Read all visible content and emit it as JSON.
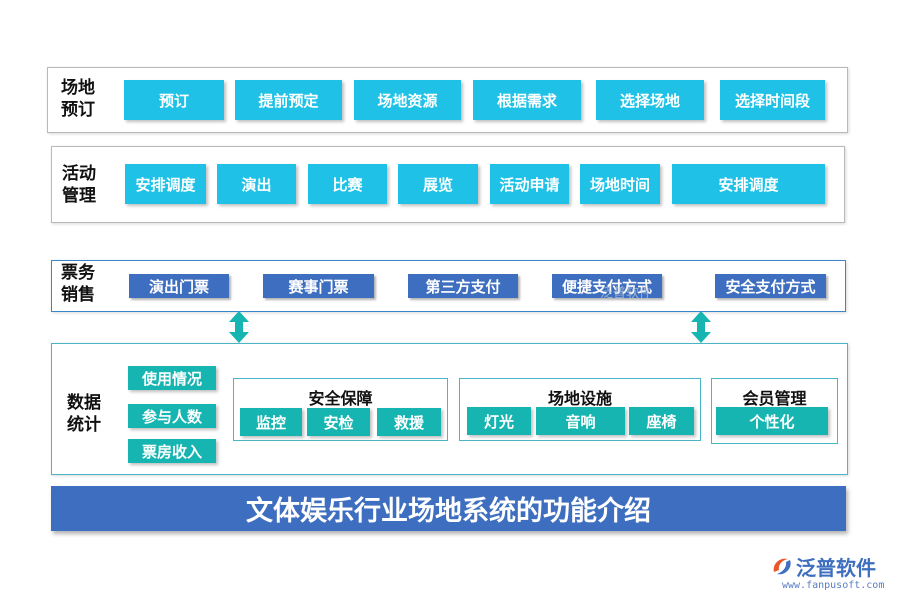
{
  "rows": {
    "booking": {
      "label": "场地\n预订",
      "items": [
        "预订",
        "提前预定",
        "场地资源",
        "根据需求",
        "选择场地",
        "选择时间段"
      ]
    },
    "activity": {
      "label": "活动\n管理",
      "items": [
        "安排调度",
        "演出",
        "比赛",
        "展览",
        "活动申请",
        "场地时间",
        "安排调度"
      ]
    },
    "ticket": {
      "label": "票务\n销售",
      "items": [
        "演出门票",
        "赛事门票",
        "第三方支付",
        "便捷支付方式",
        "安全支付方式"
      ]
    },
    "data": {
      "label": "数据\n统计",
      "left_items": [
        "使用情况",
        "参与人数",
        "票房收入"
      ],
      "groups": [
        {
          "title": "安全保障",
          "items": [
            "监控",
            "安检",
            "救援"
          ]
        },
        {
          "title": "场地设施",
          "items": [
            "灯光",
            "音响",
            "座椅"
          ]
        },
        {
          "title": "会员管理",
          "items": [
            "个性化"
          ]
        }
      ]
    }
  },
  "banner": "文体娱乐行业场地系统的功能介绍",
  "watermark": "泛普软件",
  "logo": {
    "name": "泛普软件",
    "url": "www.fanpusoft.com",
    "icon": "fanpu-logo-icon"
  },
  "colors": {
    "cyan": "#1fc2e6",
    "navy": "#3e6ebf",
    "teal": "#16b5b1"
  }
}
